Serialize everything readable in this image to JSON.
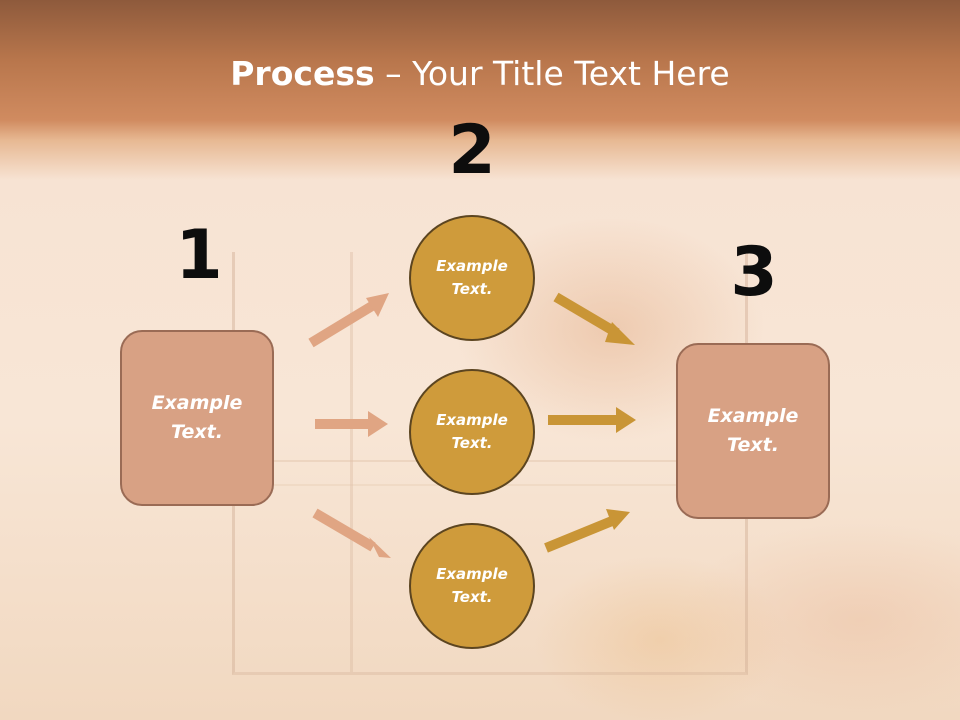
{
  "title": {
    "bold": "Process",
    "rest": " – Your Title Text Here"
  },
  "numbers": {
    "one": "1",
    "two": "2",
    "three": "3"
  },
  "left_box": {
    "line1": "Example",
    "line2": "Text."
  },
  "right_box": {
    "line1": "Example",
    "line2": "Text."
  },
  "circles": [
    {
      "line1": "Example",
      "line2": "Text."
    },
    {
      "line1": "Example",
      "line2": "Text."
    },
    {
      "line1": "Example",
      "line2": "Text."
    }
  ],
  "colors": {
    "box_fill": "#d8a184",
    "circle_fill": "#cf9b3b",
    "left_arrow": "#e0a583",
    "right_arrow": "#c99536"
  }
}
